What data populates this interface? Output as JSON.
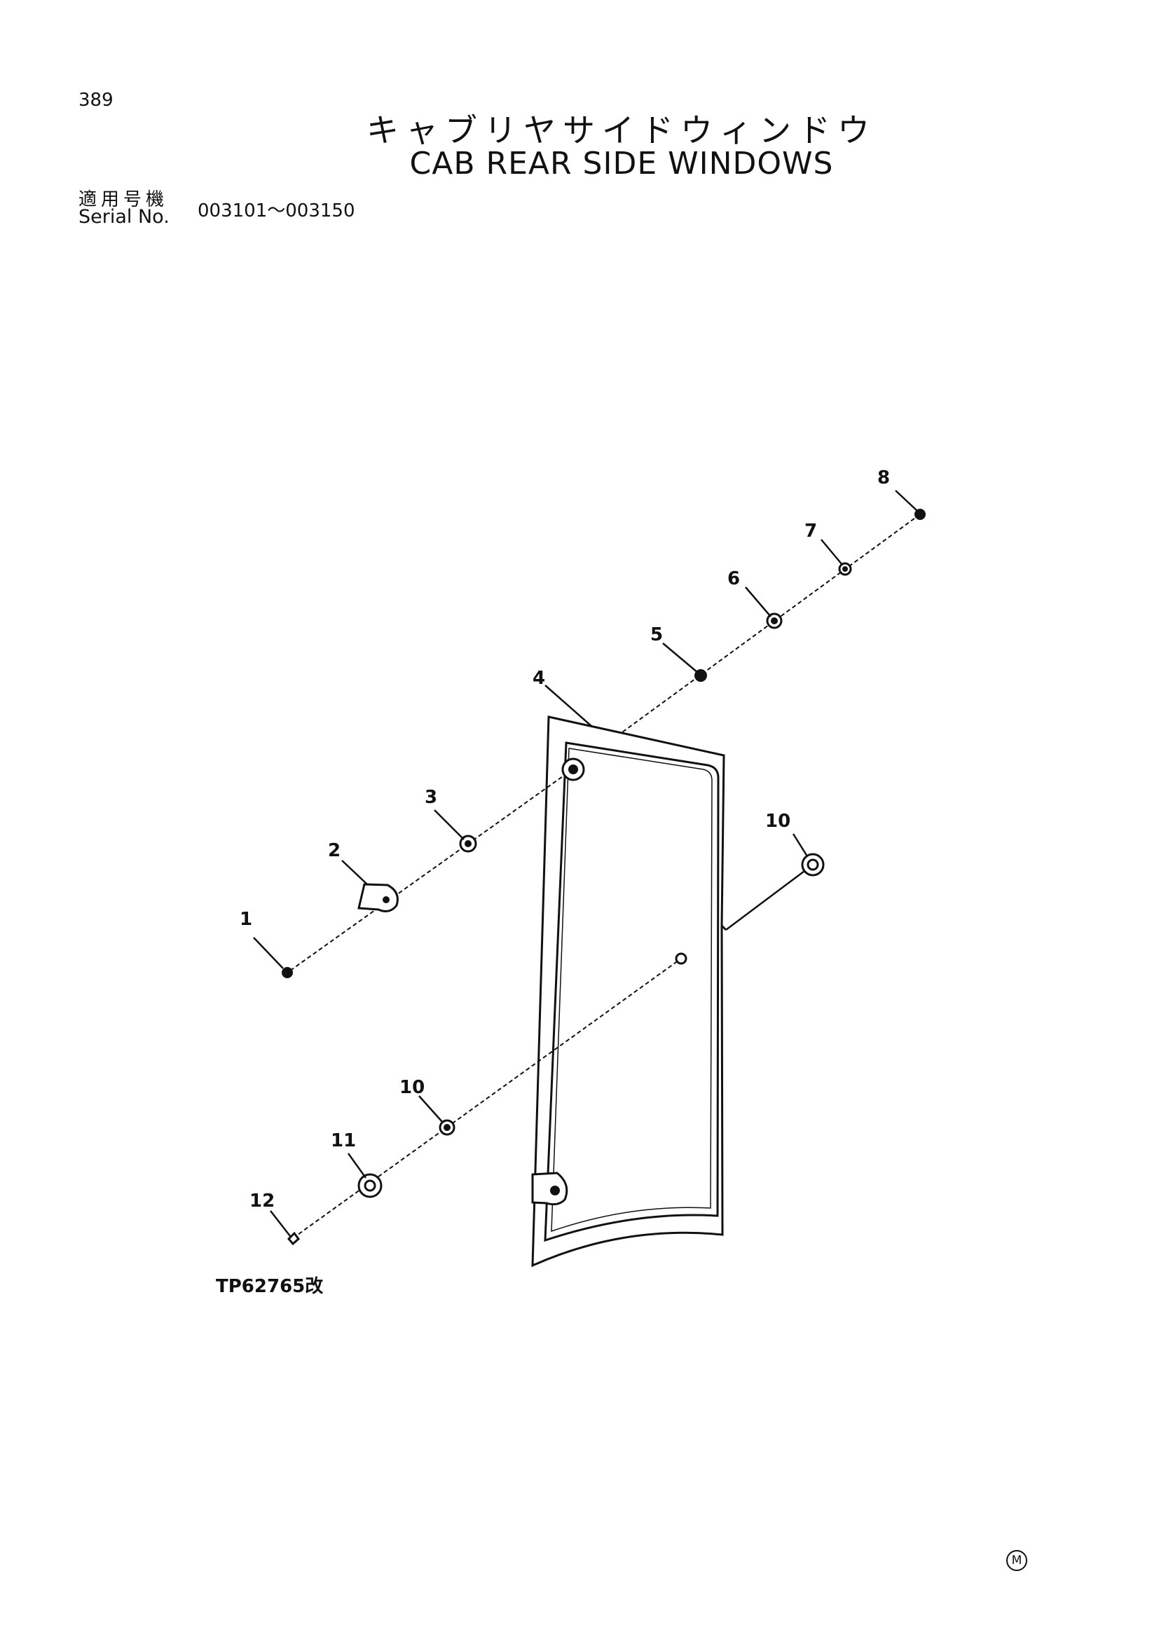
{
  "page_number": "389",
  "title_jp": "キャブリヤサイドウィンドウ",
  "title_en": "CAB REAR SIDE WINDOWS",
  "serial": {
    "label_jp": "適用号機",
    "label_en": "Serial No.",
    "range": "003101～003150"
  },
  "callouts": [
    "1",
    "2",
    "3",
    "4",
    "5",
    "6",
    "7",
    "8",
    "10",
    "10",
    "11",
    "12"
  ],
  "drawing_code": "TP62765改",
  "mark": "M"
}
